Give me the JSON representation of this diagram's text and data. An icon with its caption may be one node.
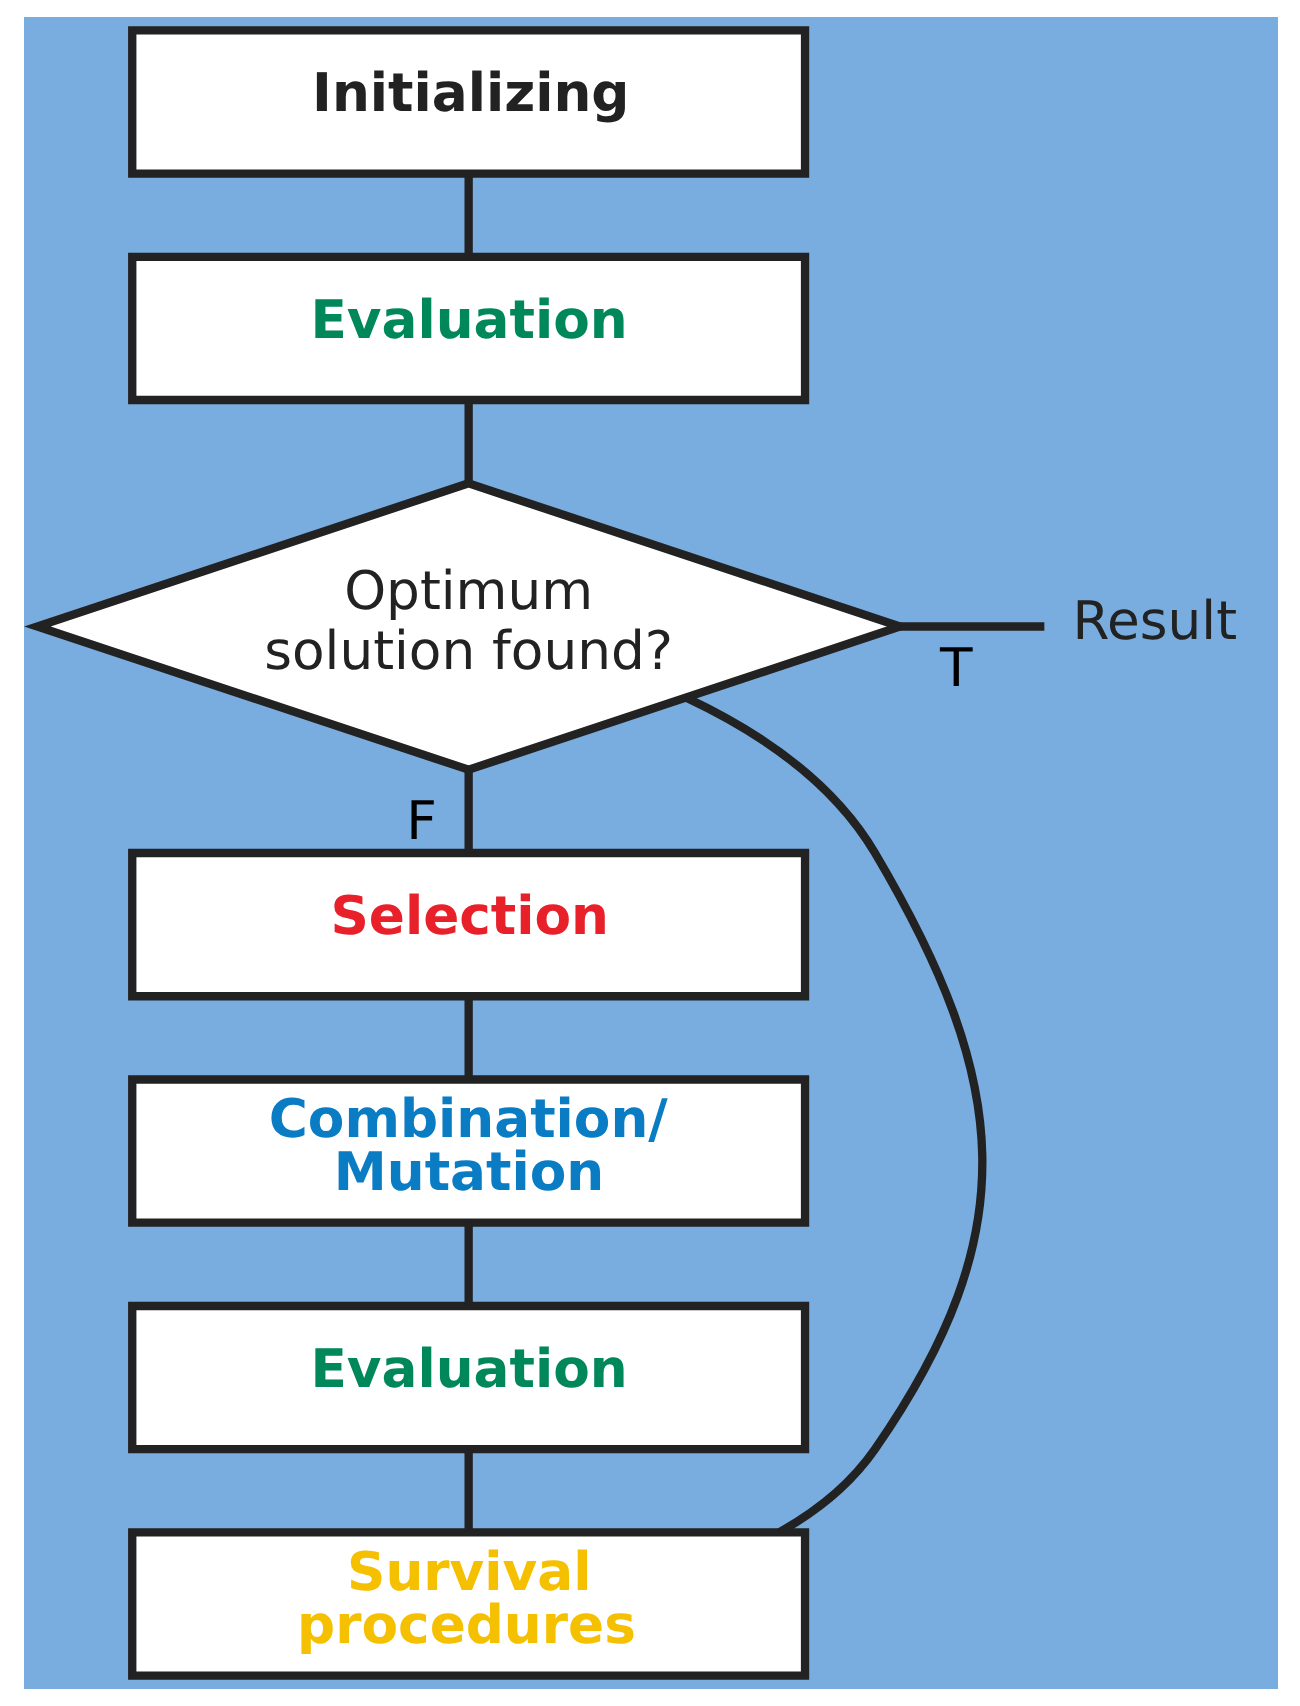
{
  "diagram": {
    "nodes": [
      {
        "text": [
          "Initializing"
        ]
      },
      {
        "text": [
          "Evaluation"
        ]
      },
      {
        "text": [
          "Optimum solution found?"
        ]
      },
      {
        "text": [
          "Selection"
        ]
      },
      {
        "text": [
          "Combination/ Mutation"
        ]
      },
      {
        "text": [
          "Evaluation"
        ]
      },
      {
        "text": [
          "Survival procedures"
        ]
      },
      {
        "text": [
          "Result"
        ]
      }
    ],
    "edges": [
      {
        "from": 0,
        "to": 1,
        "arrow": "none"
      },
      {
        "from": 1,
        "to": 2,
        "arrow": "none"
      },
      {
        "from": 2,
        "to": 7,
        "arrow": "none",
        "label": "T"
      },
      {
        "from": 2,
        "to": 3,
        "arrow": "none",
        "label": "F"
      },
      {
        "from": 3,
        "to": 4,
        "arrow": "none"
      },
      {
        "from": 4,
        "to": 5,
        "arrow": "none"
      },
      {
        "from": 5,
        "to": 6,
        "arrow": "none"
      },
      {
        "from": 6,
        "to": 2,
        "arrow": "none"
      }
    ]
  }
}
